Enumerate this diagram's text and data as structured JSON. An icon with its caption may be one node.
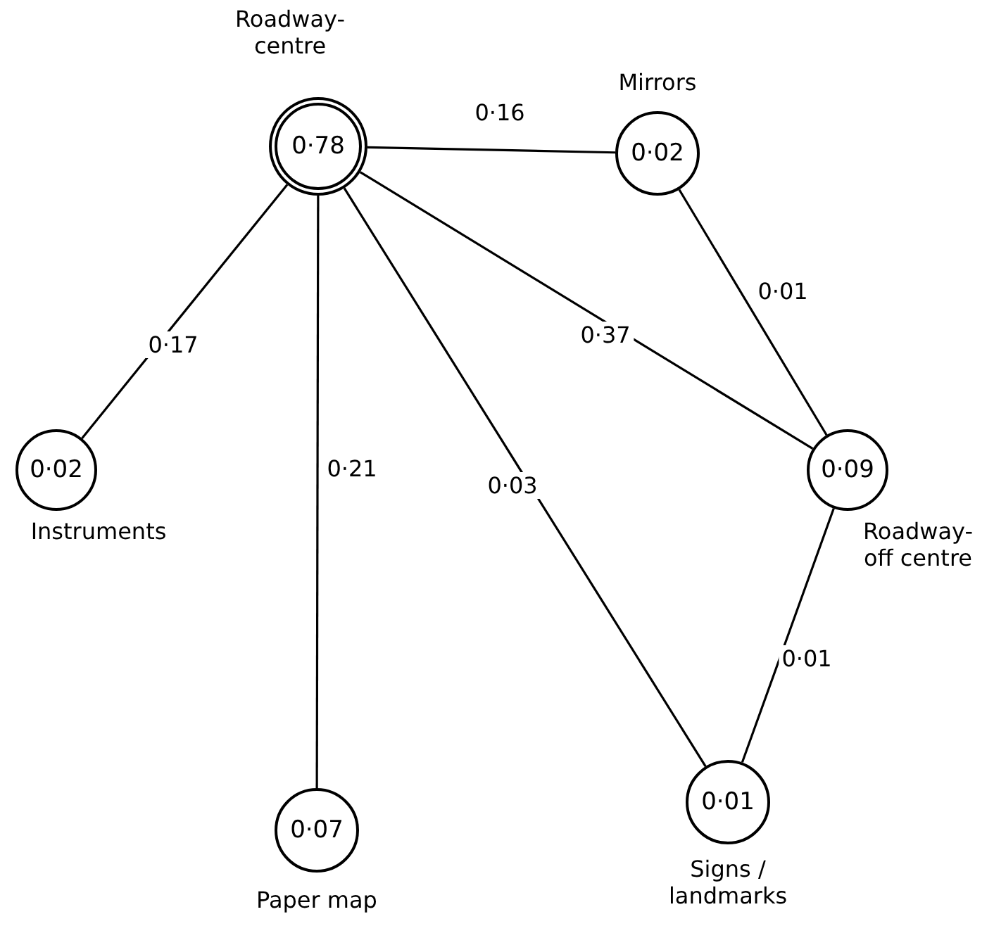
{
  "diagram": {
    "nodes": [
      {
        "text": [
          "Roadway- centre",
          "0·78"
        ]
      },
      {
        "text": [
          "Mirrors",
          "0·02"
        ]
      },
      {
        "text": [
          "0·02",
          "Instruments"
        ]
      },
      {
        "text": [
          "0·07",
          "Paper map"
        ]
      },
      {
        "text": [
          "0·09",
          "Roadway- off centre"
        ]
      },
      {
        "text": [
          "0·01",
          "Signs / landmarks"
        ]
      }
    ],
    "edges": [
      {
        "from": 0,
        "to": 1,
        "arrow": "none",
        "label": "0·16"
      },
      {
        "from": 0,
        "to": 2,
        "arrow": "none",
        "label": "0·17"
      },
      {
        "from": 0,
        "to": 3,
        "arrow": "none",
        "label": "0·21"
      },
      {
        "from": 0,
        "to": 5,
        "arrow": "none",
        "label": "0·03"
      },
      {
        "from": 0,
        "to": 4,
        "arrow": "none",
        "label": "0·37"
      },
      {
        "from": 1,
        "to": 4,
        "arrow": "none",
        "label": "0·01"
      },
      {
        "from": 4,
        "to": 5,
        "arrow": "none",
        "label": "0·01"
      }
    ]
  }
}
